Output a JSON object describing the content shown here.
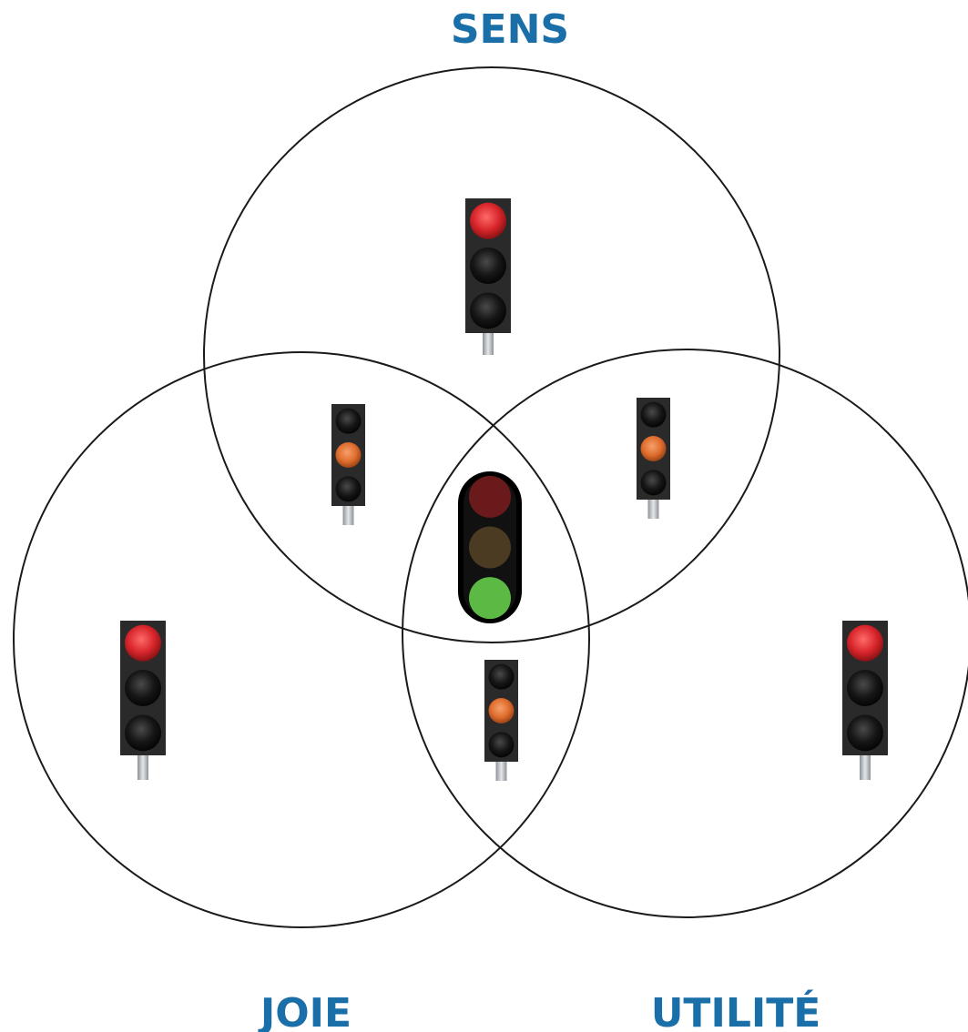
{
  "labels": {
    "top": "SENS",
    "bottom_left": "JOIE",
    "bottom_right": "UTILITÉ"
  },
  "colors": {
    "label": "#1a6fa8",
    "circle_stroke": "#1a1a1a",
    "housing": "#2a2a2a",
    "lamp_off": "#1c1c1c",
    "red_on": "#d8262b",
    "amber_on": "#e06d2e",
    "green_on": "#5cb944",
    "red_dim": "#6b1a1c",
    "amber_dim": "#4a3b22",
    "pole": "#b8bcbf"
  },
  "regions": [
    {
      "region": "sens-only",
      "signal": "red"
    },
    {
      "region": "joie-only",
      "signal": "red"
    },
    {
      "region": "utilite-only",
      "signal": "red"
    },
    {
      "region": "sens-joie",
      "signal": "amber"
    },
    {
      "region": "sens-utilite",
      "signal": "amber"
    },
    {
      "region": "joie-utilite",
      "signal": "amber"
    },
    {
      "region": "sens-joie-utilite",
      "signal": "green"
    }
  ]
}
